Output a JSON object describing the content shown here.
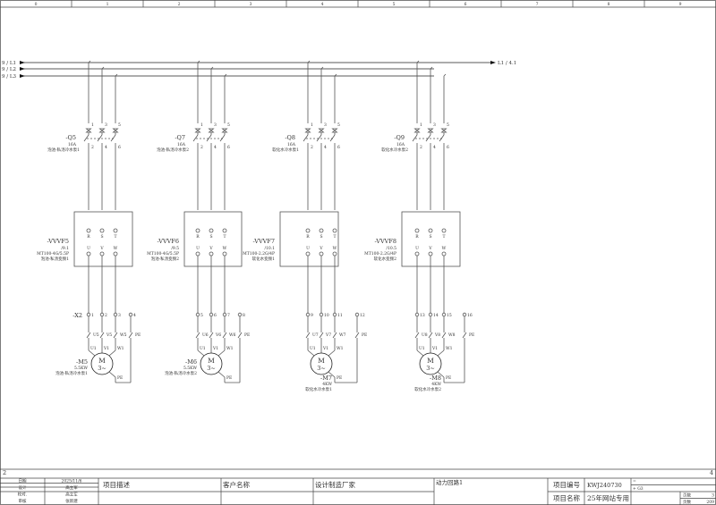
{
  "ruler": [
    "0",
    "1",
    "2",
    "3",
    "4",
    "5",
    "6",
    "7",
    "8",
    "9"
  ],
  "bus": {
    "inputs": [
      "9 / L1",
      "9 / L2",
      "9 / L3"
    ],
    "output": "L1 / 4.1"
  },
  "page_markers": {
    "left": "2",
    "right": "4"
  },
  "circuits": [
    {
      "breaker": {
        "id": "-Q5",
        "rating": "16A",
        "desc": "泡池-私汤冷水泵1",
        "pins_top": [
          "1",
          "3",
          "5"
        ],
        "pins_bottom": [
          "2",
          "4",
          "6"
        ]
      },
      "vfd": {
        "id": "-VVVF5",
        "ref": "/9.1",
        "model": "MT100-4G/5.5P",
        "desc": "泡池-私汤变频1",
        "in": [
          "R",
          "S",
          "T"
        ],
        "out": [
          "U",
          "V",
          "W"
        ]
      },
      "terminal": {
        "id": "-X2",
        "numbers": [
          "1",
          "2",
          "3",
          "4"
        ]
      },
      "wires": [
        "U5",
        "V5",
        "W5",
        "PE"
      ],
      "motor": {
        "id": "-M5",
        "power": "5.5KW",
        "desc": "泡池-私汤冷水泵1",
        "symbol": "M",
        "phase": "3~",
        "pins": [
          "U1",
          "V1",
          "W1",
          "PE"
        ]
      }
    },
    {
      "breaker": {
        "id": "-Q7",
        "rating": "16A",
        "desc": "泡池-私汤冷水泵2",
        "pins_top": [
          "1",
          "3",
          "5"
        ],
        "pins_bottom": [
          "2",
          "4",
          "6"
        ]
      },
      "vfd": {
        "id": "-VVVF6",
        "ref": "/9.5",
        "model": "MT100-4G/5.5P",
        "desc": "泡池-私汤变频2",
        "in": [
          "R",
          "S",
          "T"
        ],
        "out": [
          "U",
          "V",
          "W"
        ]
      },
      "terminal": {
        "id": "",
        "numbers": [
          "5",
          "6",
          "7",
          "8"
        ]
      },
      "wires": [
        "U6",
        "V6",
        "W6",
        "PE"
      ],
      "motor": {
        "id": "-M6",
        "power": "5.5KW",
        "desc": "泡池-私汤冷水泵2",
        "symbol": "M",
        "phase": "3~",
        "pins": [
          "U1",
          "V1",
          "W1",
          "PE"
        ]
      }
    },
    {
      "breaker": {
        "id": "-Q8",
        "rating": "16A",
        "desc": "软化水冷水泵1",
        "pins_top": [
          "1",
          "3",
          "5"
        ],
        "pins_bottom": [
          "2",
          "4",
          "6"
        ]
      },
      "vfd": {
        "id": "-VVVF7",
        "ref": "/10.1",
        "model": "MT100-2.2G/4P",
        "desc": "软化水变频1",
        "in": [
          "R",
          "S",
          "T"
        ],
        "out": [
          "U",
          "V",
          "W"
        ]
      },
      "terminal": {
        "id": "",
        "numbers": [
          "9",
          "10",
          "11",
          "12"
        ]
      },
      "wires": [
        "U7",
        "V7",
        "W7",
        "PE"
      ],
      "motor": {
        "id": "-M7",
        "power": "4KW",
        "desc": "软化水冷水泵1",
        "symbol": "M",
        "phase": "3~",
        "pins": [
          "U1",
          "V1",
          "W1",
          "PE"
        ]
      }
    },
    {
      "breaker": {
        "id": "-Q9",
        "rating": "16A",
        "desc": "软化水冷水泵2",
        "pins_top": [
          "1",
          "3",
          "5"
        ],
        "pins_bottom": [
          "2",
          "4",
          "6"
        ]
      },
      "vfd": {
        "id": "-VVVF8",
        "ref": "/10.5",
        "model": "MT100-2.2G/4P",
        "desc": "软化水变频2",
        "in": [
          "R",
          "S",
          "T"
        ],
        "out": [
          "U",
          "V",
          "W"
        ]
      },
      "terminal": {
        "id": "",
        "numbers": [
          "13",
          "14",
          "15",
          "16"
        ]
      },
      "wires": [
        "U8",
        "V8",
        "W8",
        "PE"
      ],
      "motor": {
        "id": "-M8",
        "power": "4KW",
        "desc": "软化水冷水泵2",
        "symbol": "M",
        "phase": "3~",
        "pins": [
          "U1",
          "V1",
          "W1",
          "PE"
        ]
      }
    }
  ],
  "title_block": {
    "rows": [
      {
        "label": "日期",
        "value": "2025/11/6"
      },
      {
        "label": "设计",
        "value": "高立军"
      },
      {
        "label": "校对.",
        "value": "高立军"
      },
      {
        "label": "审核",
        "value": "张新建"
      }
    ],
    "project_desc_label": "项目描述",
    "customer_label": "客户名称",
    "manufacturer_label": "设计制造厂家",
    "sheet_title": "动力回路1",
    "project_no_label": "项目编号",
    "project_no": "KWJ240730",
    "eq_field": "=",
    "loc_field": "+ G3",
    "project_name_label": "项目名称",
    "project_name": "25年网站专用",
    "page_label": "页数",
    "page_value": "3",
    "total_label": "页数",
    "total_value": "209"
  }
}
